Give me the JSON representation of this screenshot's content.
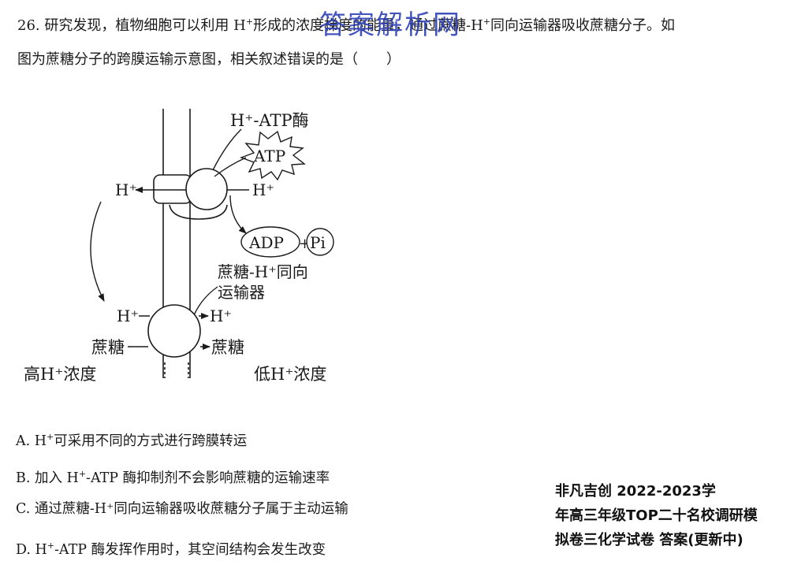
{
  "question": {
    "line1_a": "26. 研究发现，植物细胞可以利用 H",
    "line1_sup1": "+",
    "line1_b": "形成的浓度梯度的能量，通过蔗糖-H",
    "line1_sup2": "+",
    "line1_c": "同向运输器吸收蔗糖分子。如",
    "line2": "图为蔗糖分子的跨膜运输示意图，相关叙述错误的是（　　）"
  },
  "watermark": "答案解析网",
  "diagram": {
    "enzyme_label": "H⁺-ATP酶",
    "atp": "ATP",
    "adp": "ADP",
    "plus": "+",
    "pi": "Pi",
    "h_left_top": "H⁺",
    "h_right_top": "H⁺",
    "transporter_label_1": "蔗糖-H⁺同向",
    "transporter_label_2": "运输器",
    "h_left_bottom": "H⁺",
    "h_right_bottom": "H⁺",
    "sucrose_left": "蔗糖",
    "sucrose_right": "蔗糖",
    "high_conc": "高H⁺浓度",
    "low_conc": "低H⁺浓度"
  },
  "options": {
    "a_1": "A. H",
    "a_sup": "+",
    "a_2": "可采用不同的方式进行跨膜转运",
    "b_1": "B. 加入 H",
    "b_sup": "+",
    "b_2": "-ATP 酶抑制剂不会影响蔗糖的运输速率",
    "c": "C. 通过蔗糖-H⁺同向运输器吸收蔗糖分子属于主动运输",
    "d_1": "D. H",
    "d_sup": "+",
    "d_2": "-ATP 酶发挥作用时，其空间结构会发生改变"
  },
  "ad": {
    "line1": "非凡吉创 2022-2023学",
    "line2": "年高三年级TOP二十名校调研模",
    "line3": "拟卷三化学试卷 答案(更新中)"
  }
}
